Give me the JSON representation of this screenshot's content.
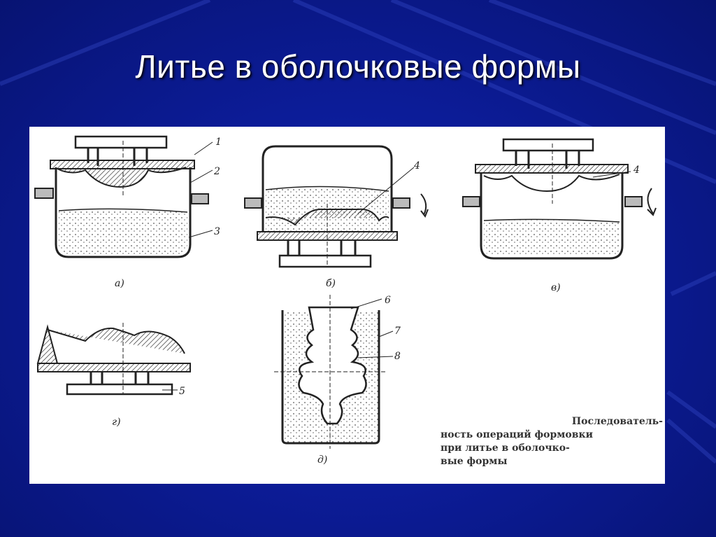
{
  "slide": {
    "title": "Литье в оболочковые формы"
  },
  "figure": {
    "caption_lines": [
      "Последователь-",
      "ность операций формовки",
      "при литье в оболочко-",
      "вые формы"
    ],
    "panel_labels": [
      "а)",
      "б)",
      "в)",
      "г)",
      "д)"
    ],
    "part_numbers": [
      "1",
      "2",
      "3",
      "4",
      "4",
      "5",
      "6",
      "7",
      "8"
    ]
  }
}
